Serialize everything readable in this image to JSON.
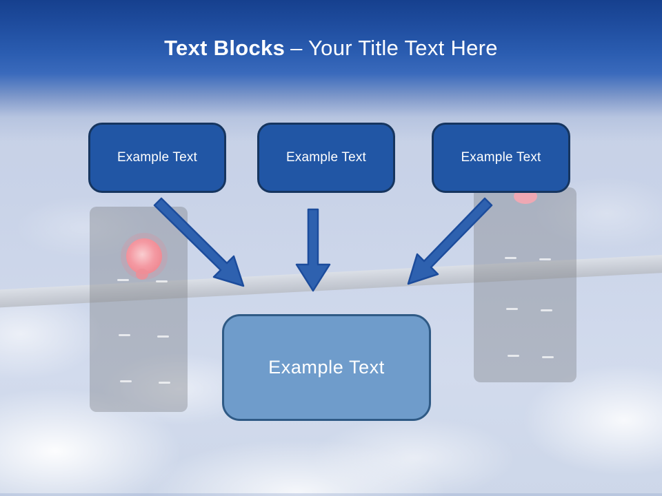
{
  "title": {
    "bold": "Text Blocks",
    "rest": "– Your Title Text Here"
  },
  "blocks": [
    {
      "label": "Example Text"
    },
    {
      "label": "Example Text"
    },
    {
      "label": "Example Text"
    }
  ],
  "result": {
    "label": "Example Text"
  },
  "colors": {
    "header_blue": "#1f4d9f",
    "block_fill": "#2156a5",
    "block_border": "#16355f",
    "result_fill": "#6f9ccb",
    "result_border": "#2f5a85",
    "arrow_fill": "#2e61af",
    "arrow_outline": "#1c4c9c",
    "title_text": "#ffffff",
    "sky": "#c9d3e8"
  }
}
